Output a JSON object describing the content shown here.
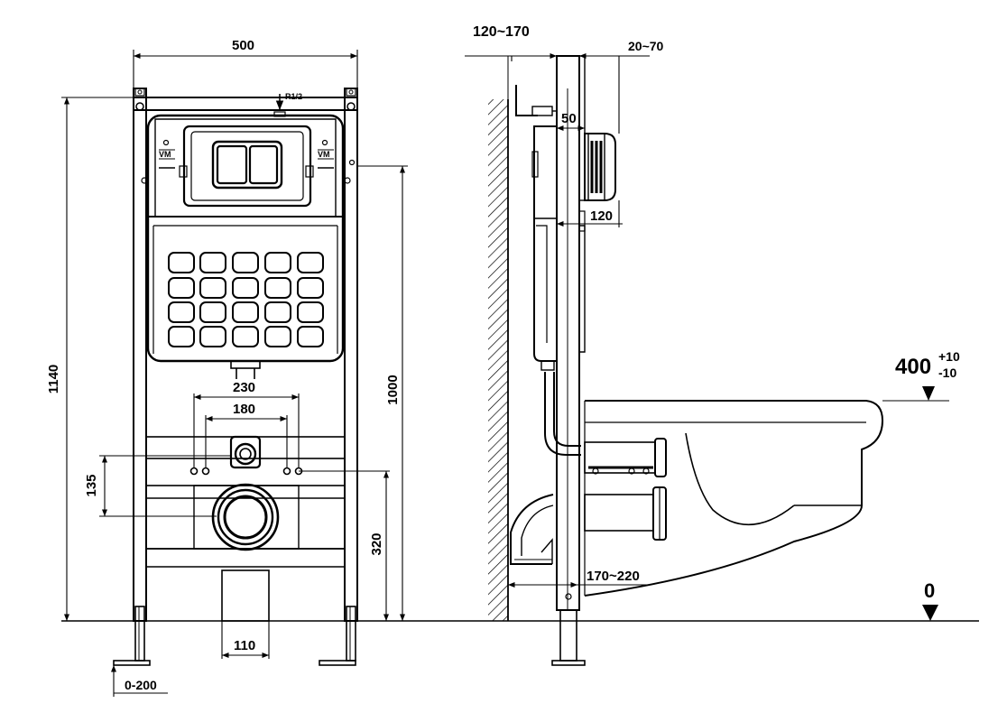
{
  "front_view": {
    "dim_width": "500",
    "dim_height_total": "1140",
    "dim_height_inlet": "1000",
    "dim_bolt_outer": "230",
    "dim_bolt_inner": "180",
    "dim_135": "135",
    "dim_320": "320",
    "dim_110": "110",
    "dim_leg_adjust": "0-200",
    "label_inlet": "R1/2",
    "label_valve": "VM"
  },
  "side_view": {
    "dim_wall_gap": "120~170",
    "dim_panel": "20~70",
    "dim_50": "50",
    "dim_120": "120",
    "dim_170_220": "170~220",
    "seat_height_value": "400",
    "seat_tol_plus": "+10",
    "seat_tol_minus": "-10",
    "floor_level": "0"
  },
  "colors": {
    "ink": "#000000",
    "paper": "#ffffff"
  }
}
